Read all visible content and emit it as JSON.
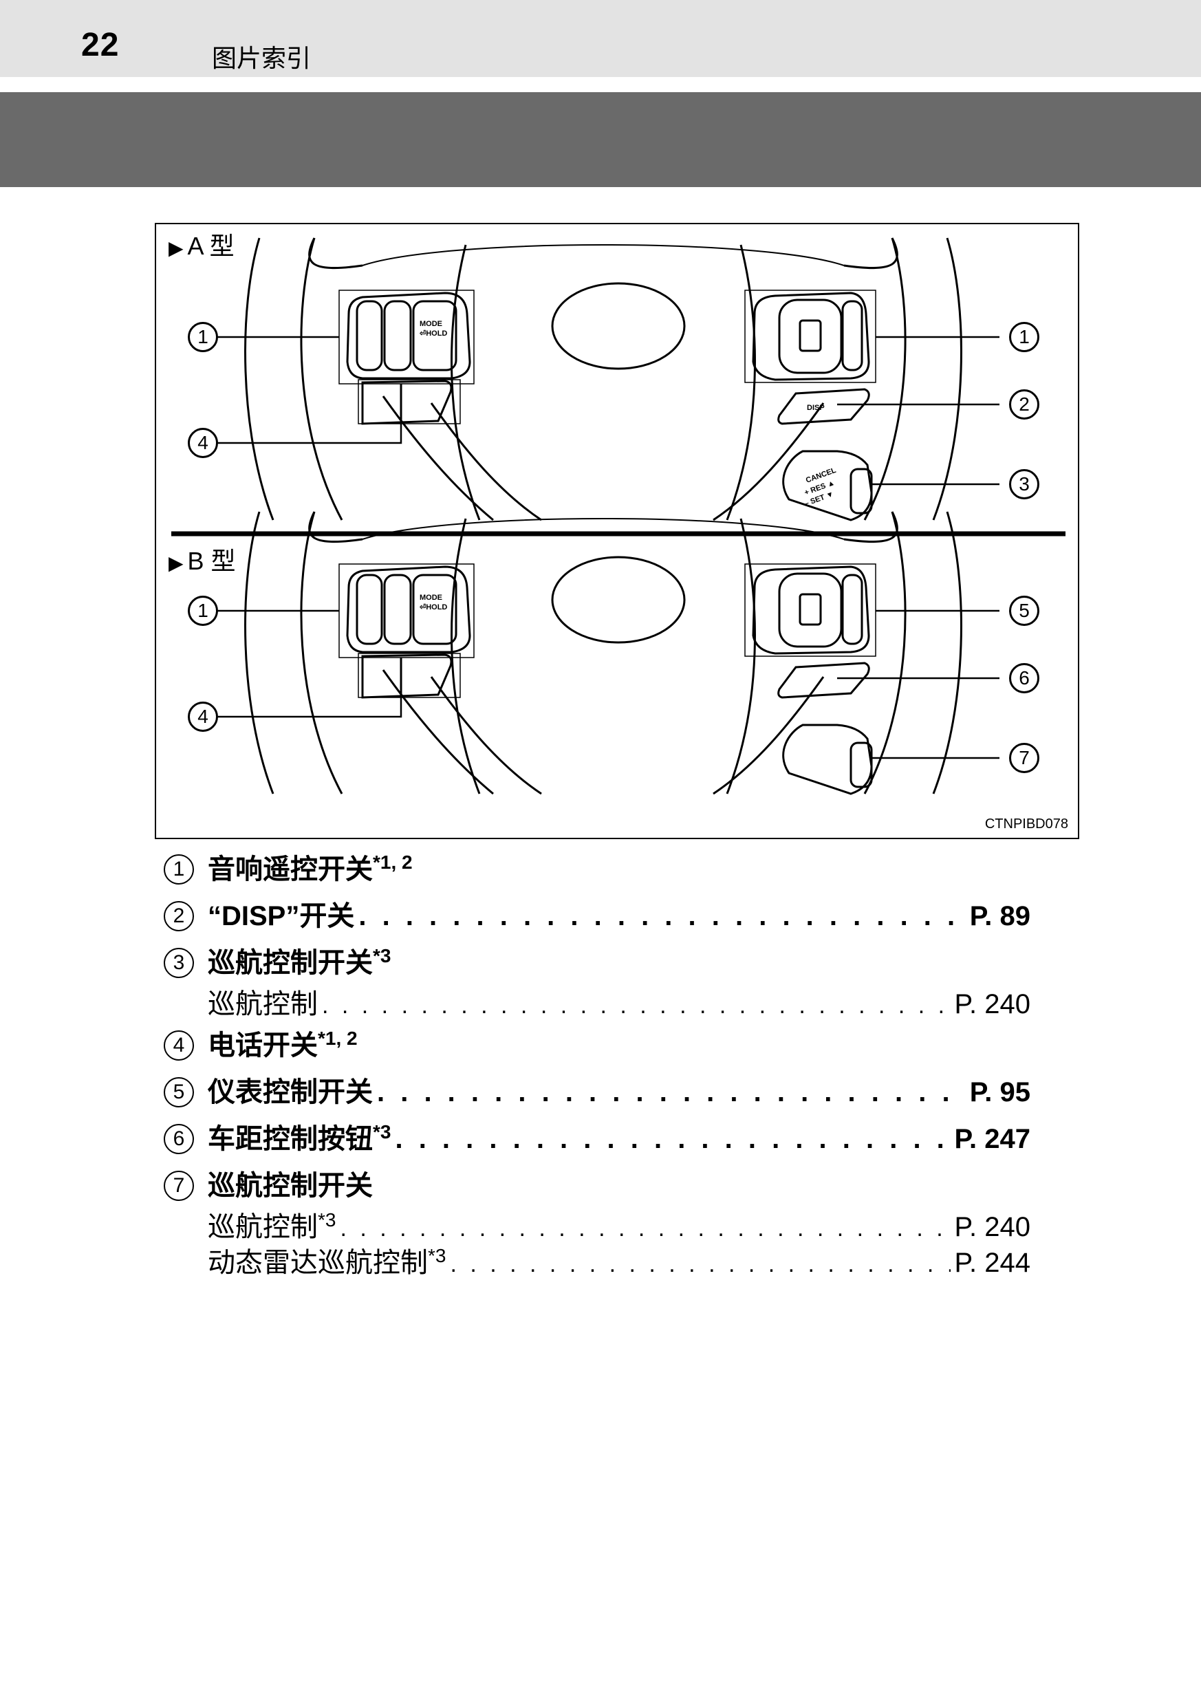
{
  "header": {
    "page_number": "22",
    "section_title": "图片索引"
  },
  "figure": {
    "type_a_label": "A 型",
    "type_b_label": "B 型",
    "type_marker": "▶",
    "figure_code": "CTNPIBD078",
    "buttons": {
      "mode_hold": "MODE\n⏎HOLD",
      "disp": "DISP",
      "cancel": "CANCEL",
      "res": "+ RES",
      "set": "– SET"
    },
    "callouts_a": [
      "1",
      "1",
      "2",
      "3",
      "4"
    ],
    "callouts_b": [
      "1",
      "5",
      "6",
      "7",
      "4"
    ]
  },
  "legend": [
    {
      "num": "1",
      "title": "音响遥控开关",
      "note": "*1, 2",
      "page": "",
      "subs": []
    },
    {
      "num": "2",
      "title": "“DISP”开关",
      "note": "",
      "page": "P. 89",
      "subs": []
    },
    {
      "num": "3",
      "title": "巡航控制开关",
      "note": "*3",
      "page": "",
      "subs": [
        {
          "title": "巡航控制",
          "note": "",
          "page": "P. 240"
        }
      ]
    },
    {
      "num": "4",
      "title": "电话开关",
      "note": "*1, 2",
      "page": "",
      "subs": []
    },
    {
      "num": "5",
      "title": "仪表控制开关",
      "note": "",
      "page": "P. 95",
      "subs": []
    },
    {
      "num": "6",
      "title": "车距控制按钮",
      "note": "*3",
      "page": "P. 247",
      "subs": []
    },
    {
      "num": "7",
      "title": "巡航控制开关",
      "note": "",
      "page": "",
      "subs": [
        {
          "title": "巡航控制",
          "note": "*3",
          "page": "P. 240"
        },
        {
          "title": "动态雷达巡航控制",
          "note": "*3",
          "page": "P. 244"
        }
      ]
    }
  ]
}
